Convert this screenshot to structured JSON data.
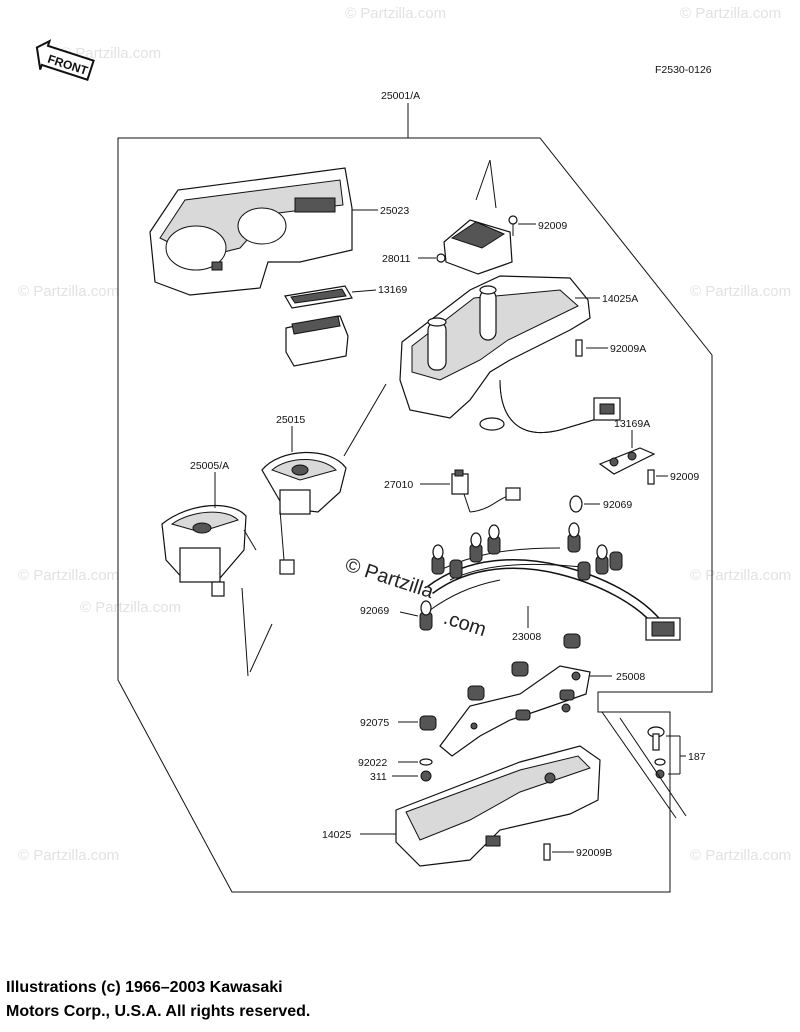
{
  "header": {
    "front_label": "FRONT",
    "figure_code": "F2530-0126"
  },
  "watermark": {
    "text": "© Partzilla.com",
    "center_text_a": "© Partzilla",
    ".com": ".com"
  },
  "callouts": {
    "c25001A": "25001/A",
    "c25023": "25023",
    "c92009_top": "92009",
    "c28011": "28011",
    "c13169": "13169",
    "c14025A": "14025A",
    "c92009A": "92009A",
    "c13169A": "13169A",
    "c92009_right": "92009",
    "c25015": "25015",
    "c25005A": "25005/A",
    "c27010": "27010",
    "c92069_right": "92069",
    "c92069_left": "92069",
    "c23008": "23008",
    "c25008": "25008",
    "c92075": "92075",
    "c92022": "92022",
    "c311": "311",
    "c187": "187",
    "c14025": "14025",
    "c92009B": "92009B"
  },
  "footer": {
    "copyright_line1": "Illustrations (c) 1966–2003 Kawasaki",
    "copyright_line2": "Motors Corp., U.S.A.  All rights reserved."
  }
}
